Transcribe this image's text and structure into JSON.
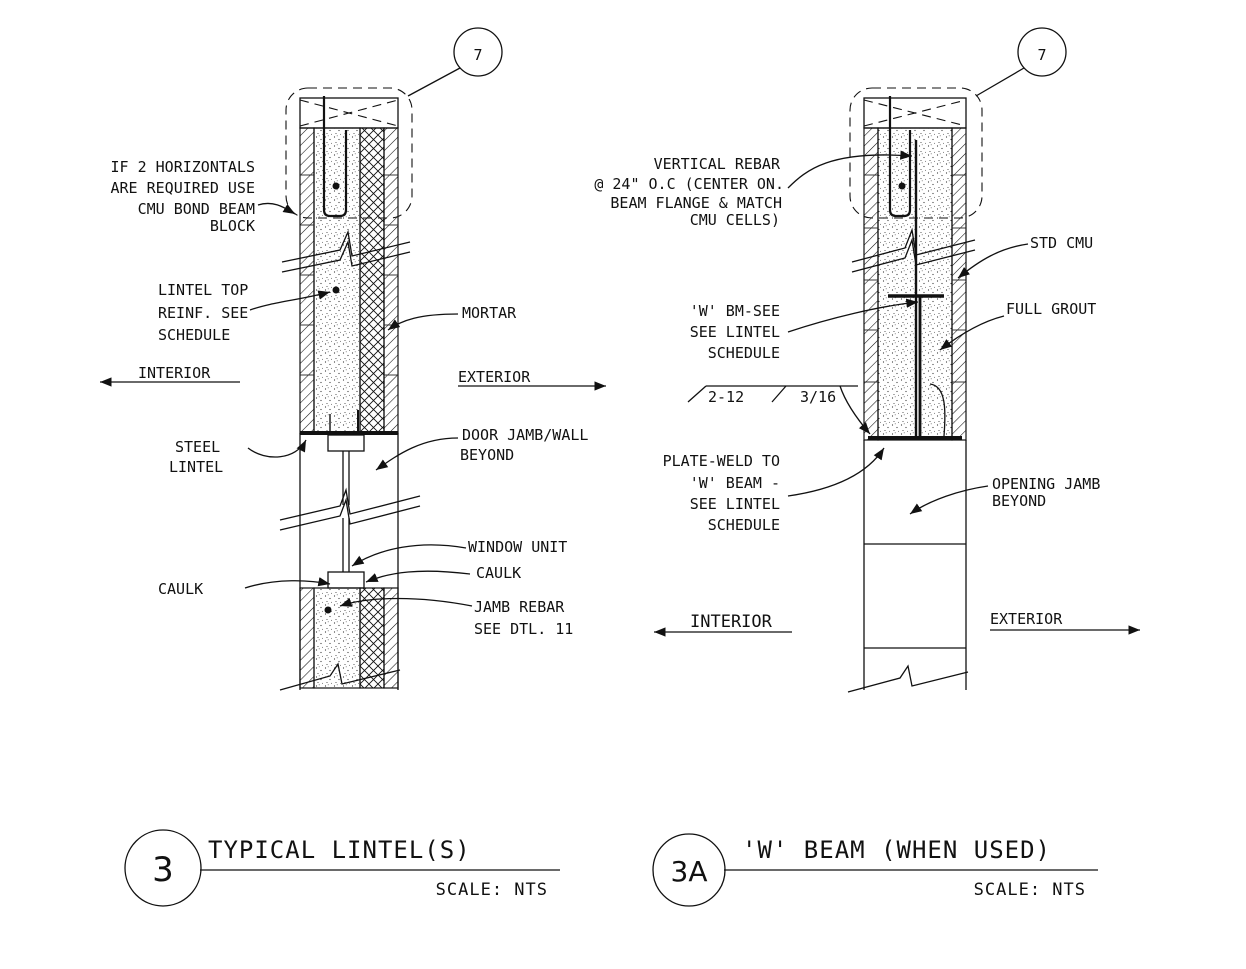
{
  "details": [
    {
      "number": "3",
      "title": "TYPICAL LINTEL(S)",
      "scale": "SCALE: NTS",
      "callout": "7",
      "labels": {
        "bond_beam_1": "IF 2 HORIZONTALS",
        "bond_beam_2": "ARE REQUIRED USE",
        "bond_beam_3": "CMU BOND BEAM",
        "bond_beam_4": "BLOCK",
        "lintel_top_1": "LINTEL TOP",
        "lintel_top_2": "REINF. SEE",
        "lintel_top_3": "SCHEDULE",
        "mortar": "MORTAR",
        "interior": "INTERIOR",
        "exterior": "EXTERIOR",
        "steel_lintel_1": "STEEL",
        "steel_lintel_2": "LINTEL",
        "door_jamb_1": "DOOR JAMB/WALL",
        "door_jamb_2": "BEYOND",
        "window_unit": "WINDOW UNIT",
        "caulk_left": "CAULK",
        "caulk_right": "CAULK",
        "jamb_rebar_1": "JAMB REBAR",
        "jamb_rebar_2": "SEE DTL. 11"
      }
    },
    {
      "number": "3A",
      "title": "'W' BEAM (WHEN USED)",
      "scale": "SCALE: NTS",
      "callout": "7",
      "labels": {
        "vertical_1": "VERTICAL REBAR",
        "vertical_2": "@ 24\" O.C (CENTER ON.",
        "vertical_3": "BEAM FLANGE & MATCH",
        "vertical_4": "CMU CELLS)",
        "std_cmu": "STD CMU",
        "w_bm_1": "'W' BM-SEE",
        "w_bm_2": "SEE LINTEL",
        "w_bm_3": "SCHEDULE",
        "full_grout": "FULL GROUT",
        "weld_left": "2-12",
        "weld_right": "3/16",
        "plate_1": "PLATE-WELD TO",
        "plate_2": "'W' BEAM -",
        "plate_3": "SEE LINTEL",
        "plate_4": "SCHEDULE",
        "opening_1": "OPENING JAMB",
        "opening_2": "BEYOND",
        "interior": "INTERIOR",
        "exterior": "EXTERIOR"
      }
    }
  ],
  "colors": {
    "ink": "#111111",
    "paper": "#ffffff"
  }
}
